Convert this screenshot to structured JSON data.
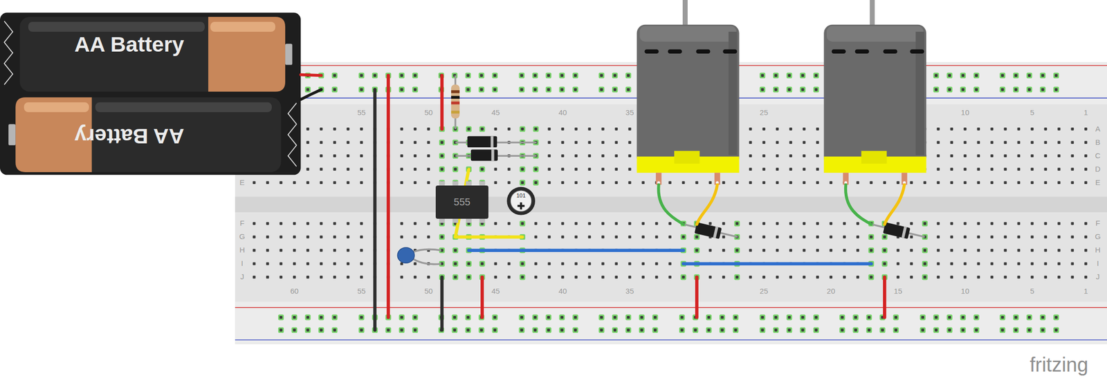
{
  "diagram": {
    "nodes": [
      {
        "text": [
          "AA Battery"
        ]
      },
      {
        "text": [
          "AA Battery"
        ]
      },
      {
        "text": [
          "555"
        ]
      }
    ],
    "labels": [
      "55",
      "50",
      "45",
      "40",
      "35",
      "25",
      "10",
      "5",
      "1",
      "A",
      "B",
      "C",
      "D",
      "E",
      "E",
      "F",
      "G",
      "H",
      "I",
      "J",
      "F",
      "G",
      "H",
      "I",
      "J",
      "60",
      "55",
      "50",
      "45",
      "40",
      "35",
      "25",
      "20",
      "15",
      "10",
      "5",
      "1",
      "101",
      "fritzing"
    ]
  }
}
